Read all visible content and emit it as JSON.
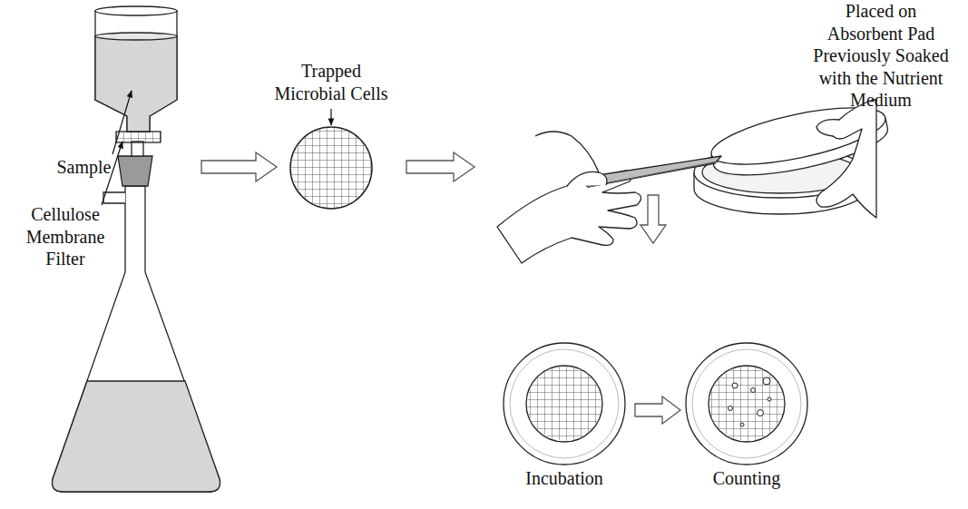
{
  "diagram": {
    "labels": [
      "Sample",
      "Cellulose Membrane Filter",
      "Trapped Microbial Cells",
      "Placed on Absorbent Pad Previously Soaked with the Nutrient Medium",
      "Incubation",
      "Counting"
    ]
  }
}
